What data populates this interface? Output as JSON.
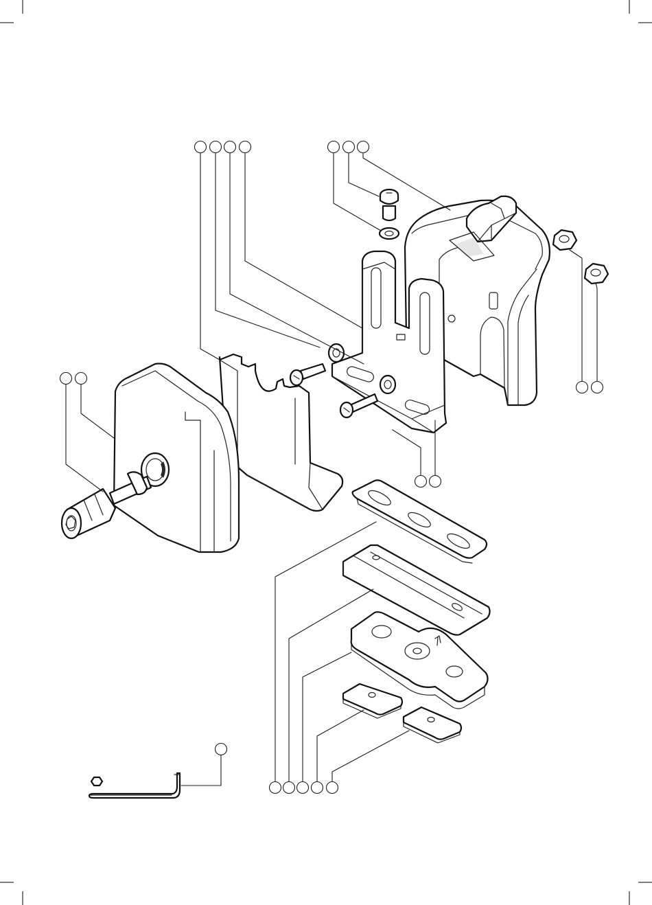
{
  "page": {
    "callouts": [
      {
        "id": "c1"
      },
      {
        "id": "c2"
      },
      {
        "id": "c3"
      },
      {
        "id": "c4"
      },
      {
        "id": "c5"
      },
      {
        "id": "c6"
      },
      {
        "id": "c7"
      },
      {
        "id": "c8"
      },
      {
        "id": "c9"
      },
      {
        "id": "c10"
      },
      {
        "id": "c11"
      },
      {
        "id": "c12"
      },
      {
        "id": "c13"
      },
      {
        "id": "c14"
      },
      {
        "id": "c15"
      },
      {
        "id": "c16"
      },
      {
        "id": "c17"
      },
      {
        "id": "c18"
      },
      {
        "id": "c19"
      }
    ],
    "parts": [
      "crossbar-clamp-cap",
      "hex-socket-screw",
      "tee-slot-cover-plate",
      "mounting-bracket",
      "button-head-bolt",
      "flat-washer",
      "lock-nut",
      "foot-housing",
      "slotted-rubber-pad",
      "channel-plate",
      "rotating-clamp-plate",
      "square-nut",
      "hex-key"
    ]
  }
}
